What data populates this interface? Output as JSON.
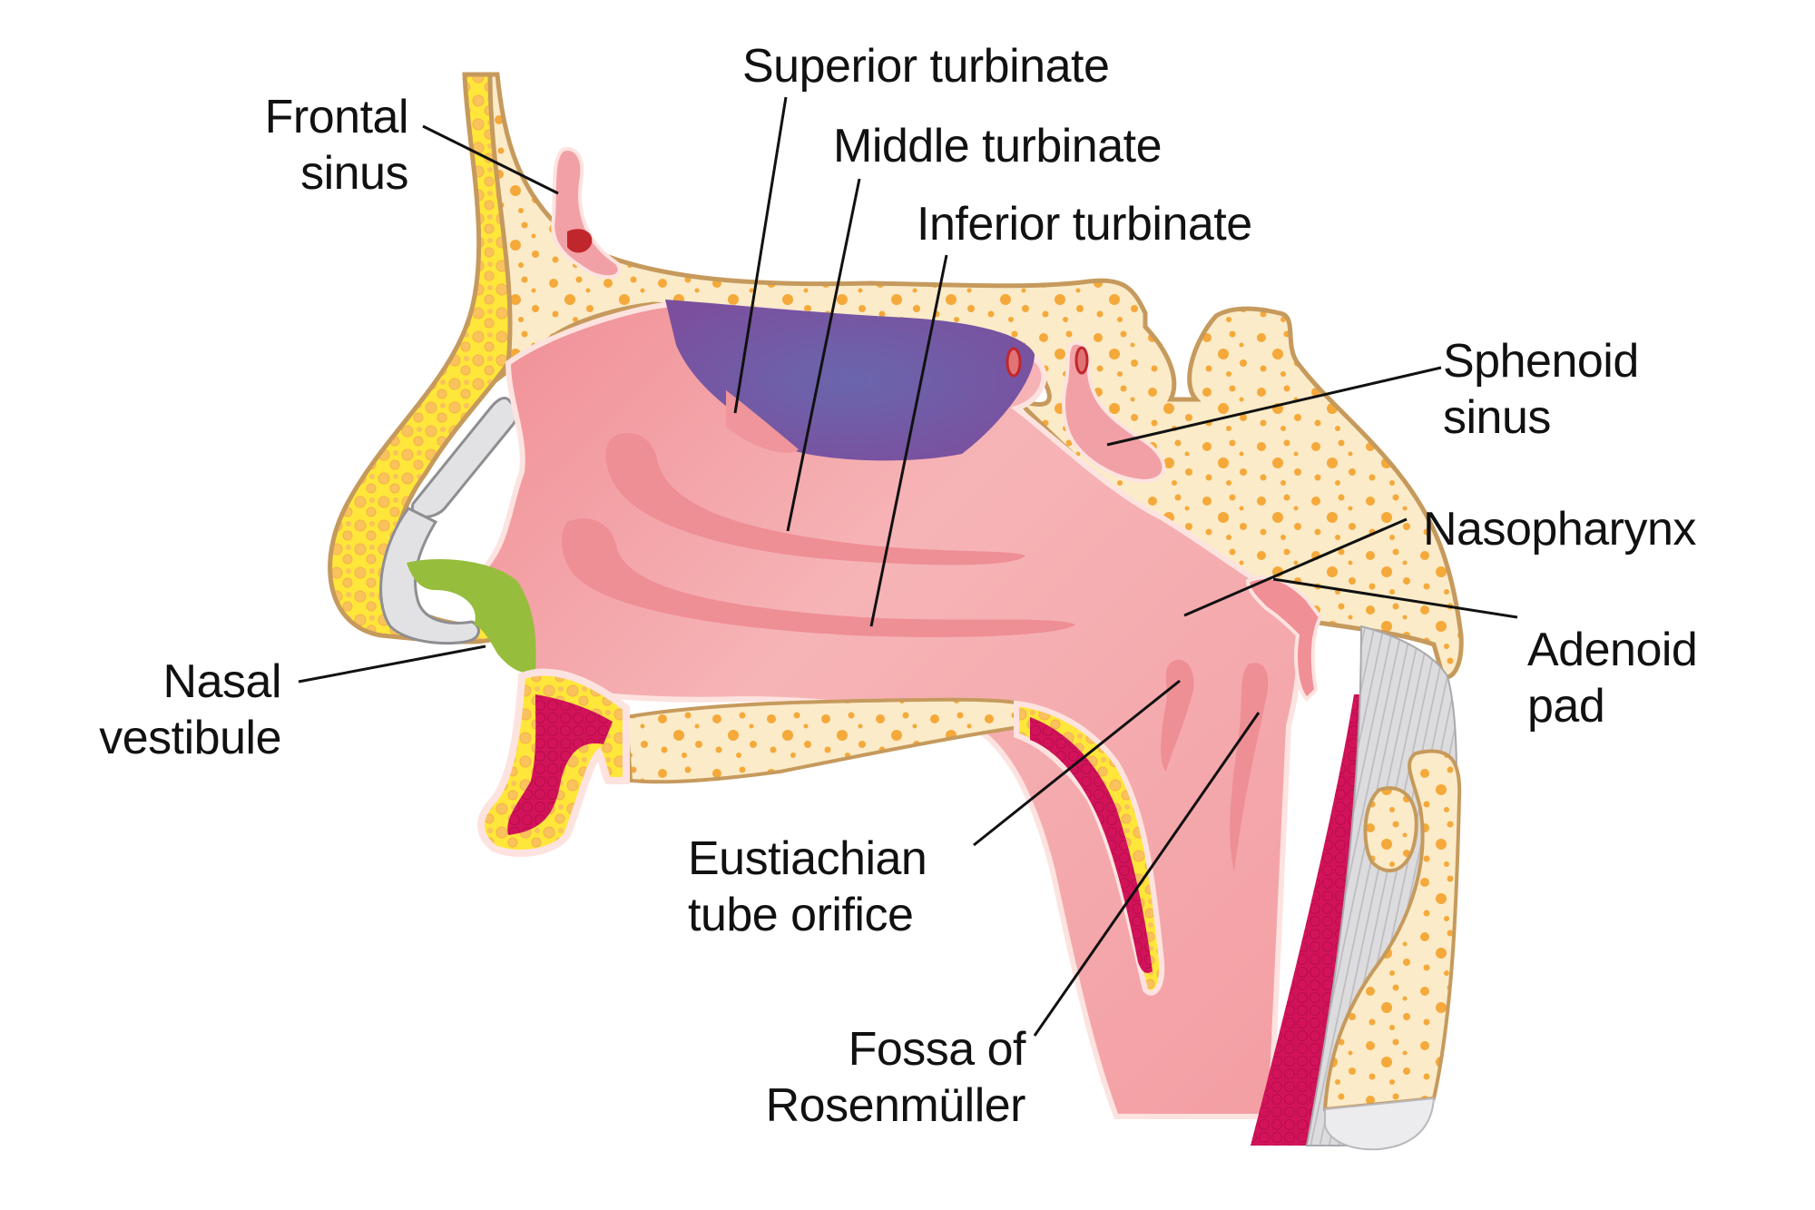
{
  "title": "Nasal cavity and nasopharynx – sagittal section",
  "colors": {
    "background": "#ffffff",
    "bone": "#fbebc8",
    "bone_outline": "#c69a5d",
    "bone_spots": "#f5a93a",
    "fat": "#ffe63a",
    "fat_globule": "#f9c25c",
    "mucosa": "#f4a7a8",
    "mucosa_light": "#f9c9c9",
    "mucosa_dark": "#e77e84",
    "mucosa_edge": "#fde3df",
    "turbinate_region": "#6a5ea8",
    "vestibule": "#97bd3d",
    "muscle": "#d2135a",
    "cartilage": "#e0e0e2",
    "ligament": "#cfcfd2",
    "vessel": "#c0272d",
    "leader_line": "#111111",
    "text": "#111111"
  },
  "labels": {
    "frontal_sinus": [
      "Frontal",
      "sinus"
    ],
    "superior_turbinate": [
      "Superior turbinate"
    ],
    "middle_turbinate": [
      "Middle turbinate"
    ],
    "inferior_turbinate": [
      "Inferior turbinate"
    ],
    "sphenoid_sinus": [
      "Sphenoid",
      "sinus"
    ],
    "nasopharynx": [
      "Nasopharynx"
    ],
    "adenoid_pad": [
      "Adenoid",
      "pad"
    ],
    "nasal_vestibule": [
      "Nasal",
      "vestibule"
    ],
    "eustachian_tube_orifice": [
      "Eustiachian",
      "tube orifice"
    ],
    "fossa_of_rosenmuller": [
      "Fossa of",
      "Rosenmüller"
    ]
  }
}
